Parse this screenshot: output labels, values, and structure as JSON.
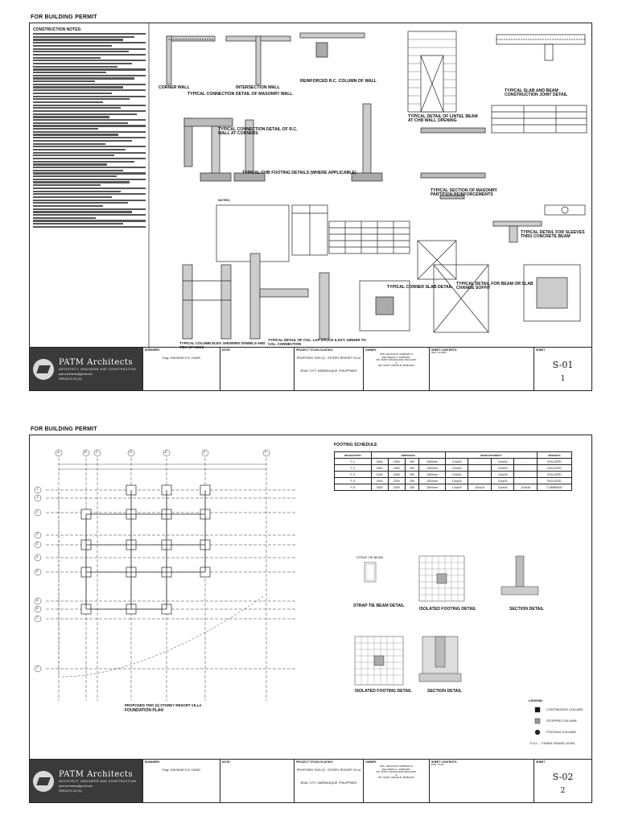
{
  "page1": {
    "label": "FOR BUILDING PERMIT",
    "notes_title": "CONSTRUCTION NOTES:",
    "details": {
      "corner_wall": "CORNER WALL",
      "intersection_wall": "INTERSECTION WALL",
      "masonry_conn": "TYPICAL CONNECTION DETAIL OF MASONRY WALL",
      "rc_column": "REINFORCED R.C. COLUMN OF WALL",
      "lintel": "TYPICAL DETAIL OF LINTEL BEAM AT CHB WALL OPENING",
      "slab_beam": "TYPICAL SLAB AND BEAM CONSTRUCTION JOINT DETAIL",
      "rc_wall_corner": "TYPICAL CONNECTION DETAIL OF R.C. WALL AT CORNERS",
      "chb_footing": "TYPICAL CHB FOOTING DETAILS (WHERE APPLICABLE)",
      "masonry_partition": "TYPICAL SECTION OF MASONRY PARTITION REINFORCEMENTS",
      "corner_slab": "TYPICAL CORNER SLAB DETAIL",
      "beam_slab_change": "TYPICAL DETAIL FOR BEAM OR SLAB CHANGE SOFFIT",
      "sleeves": "TYPICAL DETAIL FOR SLEEVES THRU CONCRETE BEAM",
      "column_elev": "TYPICAL COLUMN ELEV. SHOWING DOWELS AND TIES SPACING",
      "col_lap": "TYPICAL DETAIL OF COL. LAP SPLICE & EXT. GIRDER TO COL. CONNECTION",
      "notes": "NOTES:"
    },
    "title_block": {
      "firm": "PATM Architects",
      "firm_tag": "ARCHITECT, ENGINEER AND CONSTRUCTION",
      "firm_contact": "patm.architects@gmail.com",
      "firm_phone": "0999-6274-123 (S)",
      "engineer_label": "ENGINEER:",
      "engineer_name": "Engr. JAN MARCO E. DIZAR",
      "notes_label": "NOTE:",
      "project_label": "PROJECT TITLE/LOCATION:",
      "project_title": "PROPOSED TWO (2) - STOREY RESORT VILLA",
      "project_location": "BOAC CITY, MARINDUQUE, PHILIPPINES",
      "owner_label": "OWNER:",
      "owners": [
        "SPS. NELSON B. MABAZZA &",
        "DELORESA O. MABAZZA,",
        "MS. MARY MAGDALENA DELGADO",
        "&",
        "MS. MARY GRACE B. MABAZZA"
      ],
      "sheet_contents_label": "SHEET CONTENTS:",
      "sheet_contents": "GEN. NOTES",
      "sheet_label": "SHEET",
      "sheet_no": "S-01",
      "sheet_count": "1"
    }
  },
  "page2": {
    "label": "FOR BUILDING PERMIT",
    "grid_letters": [
      "A",
      "B",
      "C",
      "D",
      "E",
      "F",
      "F"
    ],
    "grid_numbers": [
      "1",
      "1'",
      "2",
      "2'",
      "3",
      "4",
      "5",
      "6",
      "6'",
      "7",
      "7'"
    ],
    "footing_title": "FOOTING SCHEDULE",
    "footing_headers": [
      "DESIGNATION",
      "DIMENSION",
      "REINFORCEMENT",
      "REMARKS"
    ],
    "footing_rows": [
      [
        "F-1",
        "1500",
        "1500",
        "250",
        "1500mm",
        "12x#16",
        "-",
        "12x#16",
        "-",
        "ISOLATED"
      ],
      [
        "F-2",
        "1800",
        "1800",
        "250",
        "1500mm",
        "12x#16",
        "-",
        "12x#16",
        "-",
        "ISOLATED"
      ],
      [
        "F-3",
        "2000",
        "2000",
        "250",
        "1500mm",
        "12x#16",
        "-",
        "12x#16",
        "-",
        "ISOLATED"
      ],
      [
        "F-4",
        "2200",
        "2200",
        "250",
        "1500mm",
        "12x#16",
        "-",
        "12x#16",
        "-",
        "ISOLATED"
      ],
      [
        "F-5",
        "2400",
        "2400",
        "250",
        "1500mm",
        "12x#16",
        "12x#16",
        "12x#16",
        "12x#16",
        "COMBINED"
      ]
    ],
    "strap_beam_label": "STRAP TIE BEAM",
    "strap_detail": "STRAP TIE BEAM DETAIL",
    "iso_footing": "ISOLATED FOOTING DETAIL",
    "section_detail": "SECTION DETAIL",
    "plan_title": "PROPOSED TWO (2) STOREY RESORT VILLA",
    "plan_subtitle": "FOUNDATION PLAN",
    "legend_title": "LEGEND:",
    "legend": [
      "CONTINUOUS COLUMN",
      "STOPPED COLUMN",
      "FOOTING COLUMN",
      "F.G.L. - FINISH GRADE LEVEL"
    ],
    "title_block": {
      "firm": "PATM Architects",
      "firm_tag": "ARCHITECT, ENGINEER AND CONSTRUCTION",
      "firm_contact": "patm.architects@gmail.com",
      "firm_phone": "0999-6274-123 (S)",
      "engineer_label": "ENGINEER:",
      "engineer_name": "Engr. JAN MARCO E. DIZAR",
      "notes_label": "NOTE:",
      "project_label": "PROJECT TITLE/LOCATION:",
      "project_title": "PROPOSED TWO (2) - STOREY RESORT VILLA",
      "project_location": "BOAC CITY, MARINDUQUE, PHILIPPINES",
      "owner_label": "OWNER:",
      "owners": [
        "SPS. NELSON B. MABAZZA &",
        "DELORESA O. MABAZZA,",
        "MS. MARY MAGDALENA DELGADO",
        "&",
        "MS. MARY GRACE B. MABAZZA"
      ],
      "sheet_contents_label": "SHEET CONTENTS:",
      "sheet_contents": "FDN. PLAN",
      "sheet_label": "SHEET",
      "sheet_no": "S-02",
      "sheet_count": "2"
    }
  }
}
